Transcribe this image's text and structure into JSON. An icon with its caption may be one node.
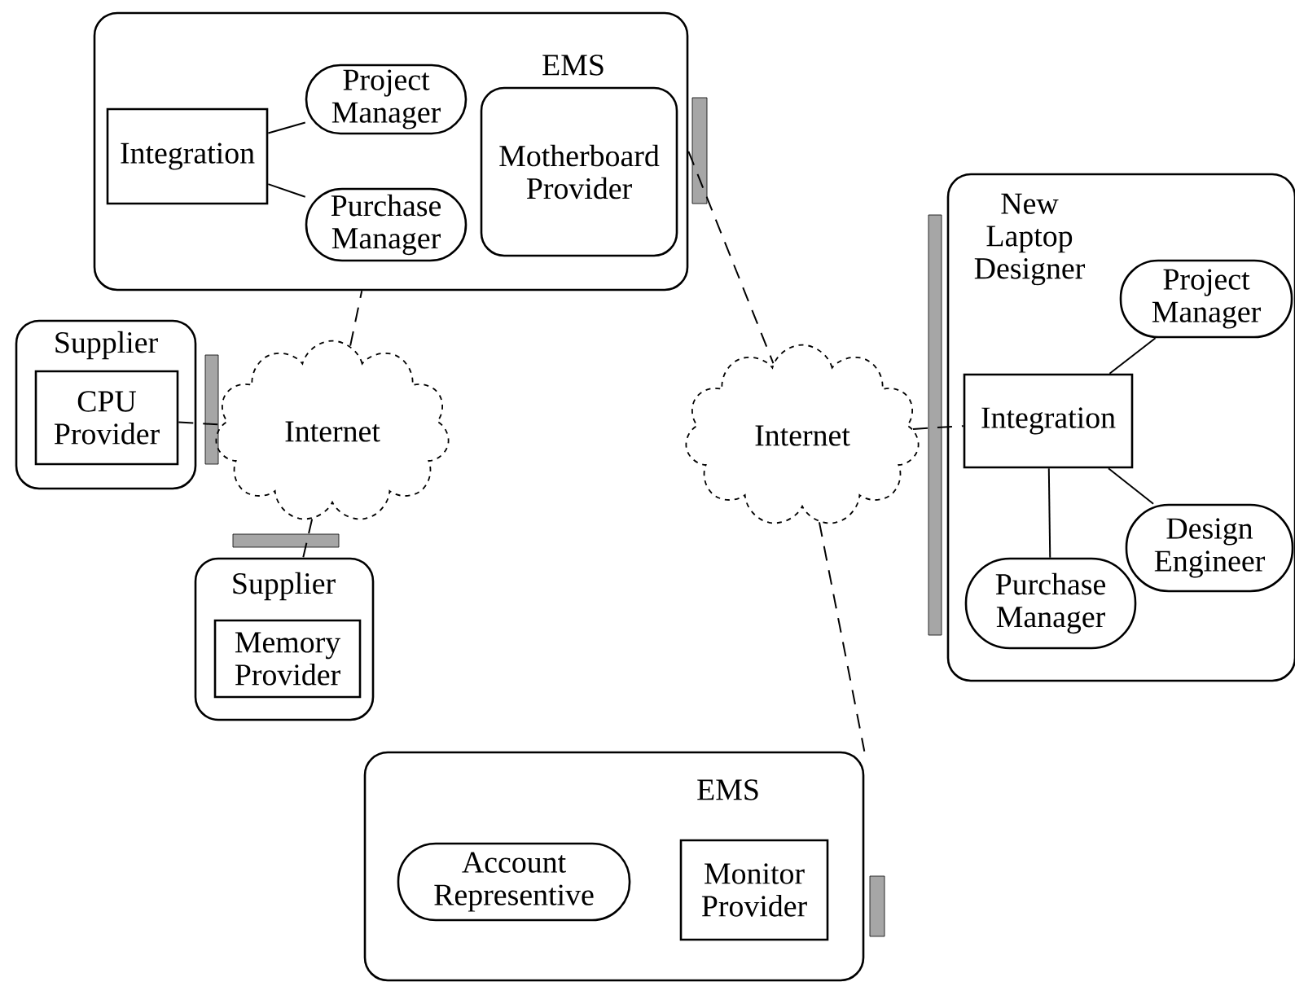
{
  "diagram": {
    "nodes": [
      {
        "text": [
          "EMS"
        ]
      },
      {
        "text": [
          "Integration"
        ],
        "in": 0
      },
      {
        "text": [
          "Project Manager"
        ],
        "in": 0
      },
      {
        "text": [
          "Purchase Manager"
        ],
        "in": 0
      },
      {
        "text": [
          "Motherboard Provider"
        ],
        "in": 0
      },
      {
        "text": [
          "Supplier"
        ]
      },
      {
        "text": [
          "CPU Provider"
        ],
        "in": 5
      },
      {
        "text": [
          "Internet"
        ]
      },
      {
        "text": [
          "Supplier"
        ]
      },
      {
        "text": [
          "Memory Provider"
        ],
        "in": 8
      },
      {
        "text": [
          "Internet"
        ]
      },
      {
        "text": [
          "New Laptop Designer"
        ]
      },
      {
        "text": [
          "Integration"
        ],
        "in": 11
      },
      {
        "text": [
          "Project Manager"
        ],
        "in": 11
      },
      {
        "text": [
          "Design Engineer"
        ],
        "in": 11
      },
      {
        "text": [
          "Purchase Manager"
        ],
        "in": 11
      },
      {
        "text": [
          "EMS"
        ]
      },
      {
        "text": [
          "Account Representive"
        ],
        "in": 16
      },
      {
        "text": [
          "Monitor Provider"
        ],
        "in": 16
      }
    ],
    "edges": [
      {
        "from": 1,
        "to": 2,
        "arrow": "none"
      },
      {
        "from": 1,
        "to": 3,
        "arrow": "none"
      },
      {
        "from": 7,
        "to": 0,
        "arrow": "none",
        "style": "dashed"
      },
      {
        "from": 6,
        "to": 7,
        "arrow": "none",
        "style": "dashed"
      },
      {
        "from": 7,
        "to": 8,
        "arrow": "none",
        "style": "dashed"
      },
      {
        "from": 0,
        "to": 10,
        "arrow": "none",
        "style": "dashed"
      },
      {
        "from": 10,
        "to": 12,
        "arrow": "none",
        "style": "dashed"
      },
      {
        "from": 12,
        "to": 13,
        "arrow": "none"
      },
      {
        "from": 12,
        "to": 14,
        "arrow": "none"
      },
      {
        "from": 12,
        "to": 15,
        "arrow": "none"
      },
      {
        "from": 10,
        "to": 16,
        "arrow": "none",
        "style": "dashed"
      }
    ]
  }
}
